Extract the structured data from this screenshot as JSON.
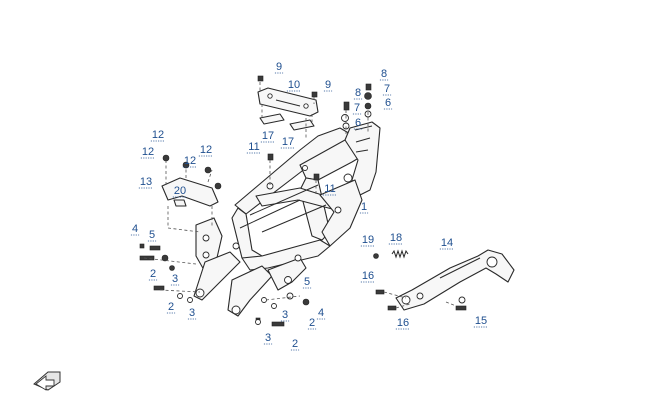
{
  "diagram": {
    "callouts": [
      {
        "id": "c9a",
        "text": "9"
      },
      {
        "id": "c10",
        "text": "10"
      },
      {
        "id": "c9b",
        "text": "9"
      },
      {
        "id": "c8a",
        "text": "8"
      },
      {
        "id": "c7a",
        "text": "7"
      },
      {
        "id": "c8b",
        "text": "8"
      },
      {
        "id": "c7b",
        "text": "7"
      },
      {
        "id": "c6a",
        "text": "6"
      },
      {
        "id": "c6b",
        "text": "6"
      },
      {
        "id": "c12a",
        "text": "12"
      },
      {
        "id": "c12b",
        "text": "12"
      },
      {
        "id": "c12c",
        "text": "12"
      },
      {
        "id": "c12d",
        "text": "12"
      },
      {
        "id": "c17a",
        "text": "17"
      },
      {
        "id": "c17b",
        "text": "17"
      },
      {
        "id": "c11a",
        "text": "11"
      },
      {
        "id": "c11b",
        "text": "11"
      },
      {
        "id": "c13",
        "text": "13"
      },
      {
        "id": "c20",
        "text": "20"
      },
      {
        "id": "c1",
        "text": "1"
      },
      {
        "id": "c4a",
        "text": "4"
      },
      {
        "id": "c5a",
        "text": "5"
      },
      {
        "id": "c2a",
        "text": "2"
      },
      {
        "id": "c3a",
        "text": "3"
      },
      {
        "id": "c2b",
        "text": "2"
      },
      {
        "id": "c3b",
        "text": "3"
      },
      {
        "id": "c5b",
        "text": "5"
      },
      {
        "id": "c3c",
        "text": "3"
      },
      {
        "id": "c2c",
        "text": "2"
      },
      {
        "id": "c4b",
        "text": "4"
      },
      {
        "id": "c3d",
        "text": "3"
      },
      {
        "id": "c2d",
        "text": "2"
      },
      {
        "id": "c19",
        "text": "19"
      },
      {
        "id": "c18",
        "text": "18"
      },
      {
        "id": "c14",
        "text": "14"
      },
      {
        "id": "c16a",
        "text": "16"
      },
      {
        "id": "c16b",
        "text": "16"
      },
      {
        "id": "c15",
        "text": "15"
      }
    ],
    "nav_icon": "back-arrow-icon"
  }
}
